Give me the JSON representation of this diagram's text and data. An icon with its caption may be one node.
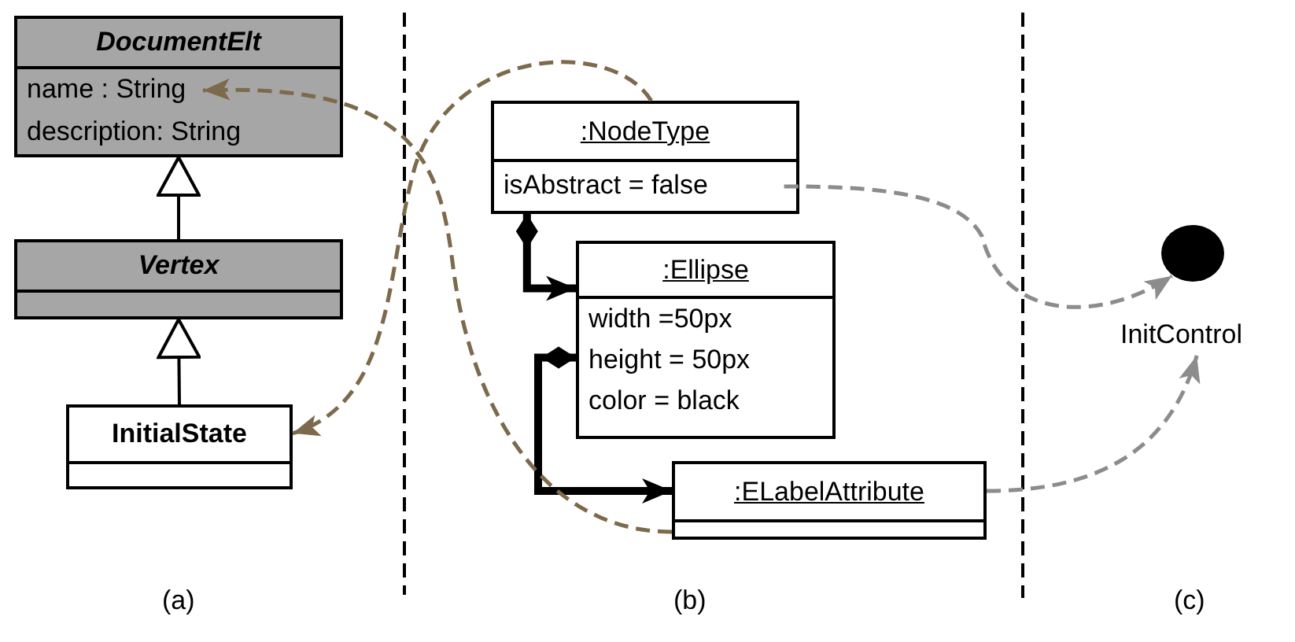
{
  "diagram": {
    "nodes": [
      {
        "text": [
          "DocumentElt"
        ]
      },
      {
        "text": [
          "name : String"
        ],
        "in": 0
      },
      {
        "text": [
          "description: String"
        ],
        "in": 0
      },
      {
        "text": [
          "Vertex"
        ]
      },
      {
        "text": [
          "InitialState"
        ]
      },
      {
        "text": [
          ":NodeType"
        ]
      },
      {
        "text": [
          "isAbstract = false"
        ],
        "in": 5
      },
      {
        "text": [
          ":Ellipse",
          "width =50px",
          "height = 50px",
          "color = black"
        ]
      },
      {
        "text": [
          ":ELabelAttribute"
        ]
      },
      {
        "text": [],
        "shape": "circle"
      },
      {
        "text": [
          "InitControl"
        ]
      }
    ],
    "edges": [
      {
        "from": 3,
        "to": 0,
        "arrow": "to"
      },
      {
        "from": 4,
        "to": 3,
        "arrow": "to"
      },
      {
        "from": 5,
        "to": 7,
        "arrow": "to",
        "style": "thick"
      },
      {
        "from": 7,
        "to": 8,
        "arrow": "to",
        "style": "thick"
      },
      {
        "from": 5,
        "to": 4,
        "arrow": "to",
        "style": "dashed",
        "color": "#7d6a4c"
      },
      {
        "from": 8,
        "to": 1,
        "arrow": "to",
        "style": "dashed",
        "color": "#7d6a4c"
      },
      {
        "from": 6,
        "to": 9,
        "arrow": "to",
        "style": "dashed",
        "color": "#8c8c8c"
      },
      {
        "from": 8,
        "to": 10,
        "arrow": "to",
        "style": "dashed",
        "color": "#8c8c8c"
      }
    ],
    "labels": [
      "(a)",
      "(b)",
      "(c)"
    ]
  }
}
